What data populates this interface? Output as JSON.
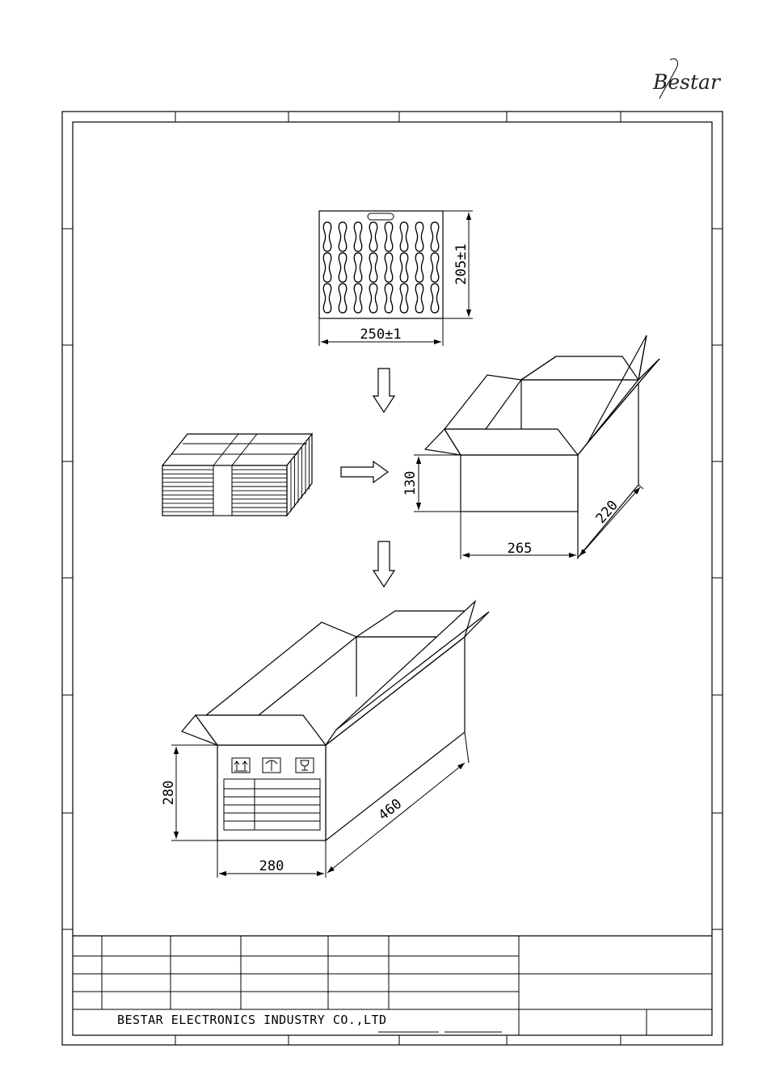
{
  "header": {
    "logo_text": "Bestar"
  },
  "drawing": {
    "tray": {
      "width_label": "250±1",
      "height_label": "205±1"
    },
    "inner_box": {
      "height_label": "130",
      "width_label": "265",
      "depth_label": "220"
    },
    "outer_box": {
      "height_label": "280",
      "width_label": "280",
      "depth_label": "460"
    }
  },
  "title_block": {
    "company": "BESTAR ELECTRONICS INDUSTRY CO.,LTD"
  }
}
